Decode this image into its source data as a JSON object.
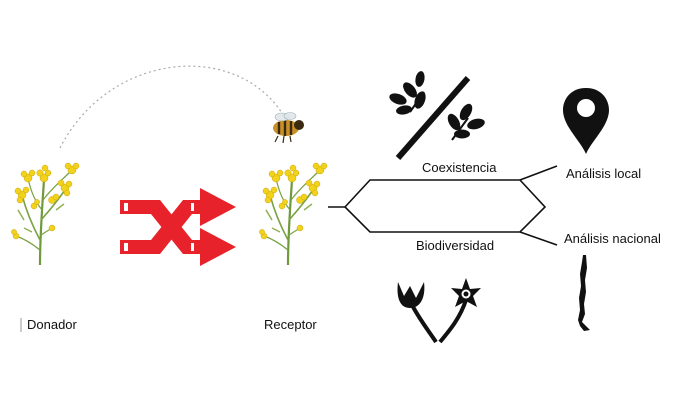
{
  "labels": {
    "donor": "Donador",
    "receptor": "Receptor",
    "coexistence": "Coexistencia",
    "biodiversity": "Biodiversidad",
    "local_analysis": "Análisis local",
    "national_analysis": "Análisis nacional"
  },
  "icons": {
    "donor_plant": "canola-flower-icon",
    "receptor_plant": "canola-flower-icon",
    "bee": "bee-icon",
    "gene_flow": "crossover-arrows-icon",
    "coexistence": "plant-slash-plant-icon",
    "biodiversity": "two-flowers-icon",
    "local": "map-pin-icon",
    "national": "chile-map-icon"
  },
  "colors": {
    "arrows": "#e8222a",
    "flower": "#f2d21a",
    "stem": "#6f9a3c",
    "ink": "#111111"
  }
}
